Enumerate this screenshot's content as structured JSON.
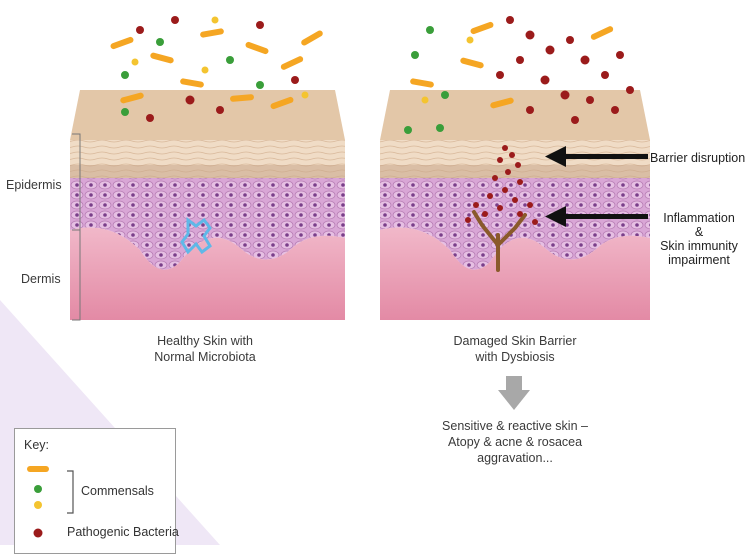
{
  "layers": {
    "epidermis": "Epidermis",
    "dermis": "Dermis"
  },
  "panels": [
    {
      "caption_line1": "Healthy Skin with",
      "caption_line2": "Normal Microbiota"
    },
    {
      "caption_line1": "Damaged Skin Barrier",
      "caption_line2": "with Dysbiosis"
    }
  ],
  "callouts": {
    "barrier": "Barrier disruption",
    "inflammation_line1": "Inflammation",
    "inflammation_line2": "&",
    "inflammation_line3": "Skin immunity",
    "inflammation_line4": "impairment"
  },
  "outcome": {
    "line1": "Sensitive & reactive skin –",
    "line2": "Atopy & acne & rosacea",
    "line3": "aggravation..."
  },
  "key": {
    "title": "Key:",
    "commensals": "Commensals",
    "pathogenic": "Pathogenic Bacteria"
  },
  "colors": {
    "orange_rod": "#f5a623",
    "green_coccus": "#3a9e3a",
    "yellow_coccus": "#f4c430",
    "red_pathogen": "#9b1b1b",
    "skin_pink": "#e9a3b7",
    "cell_purple": "#c98bc8",
    "arrow": "#111111"
  }
}
